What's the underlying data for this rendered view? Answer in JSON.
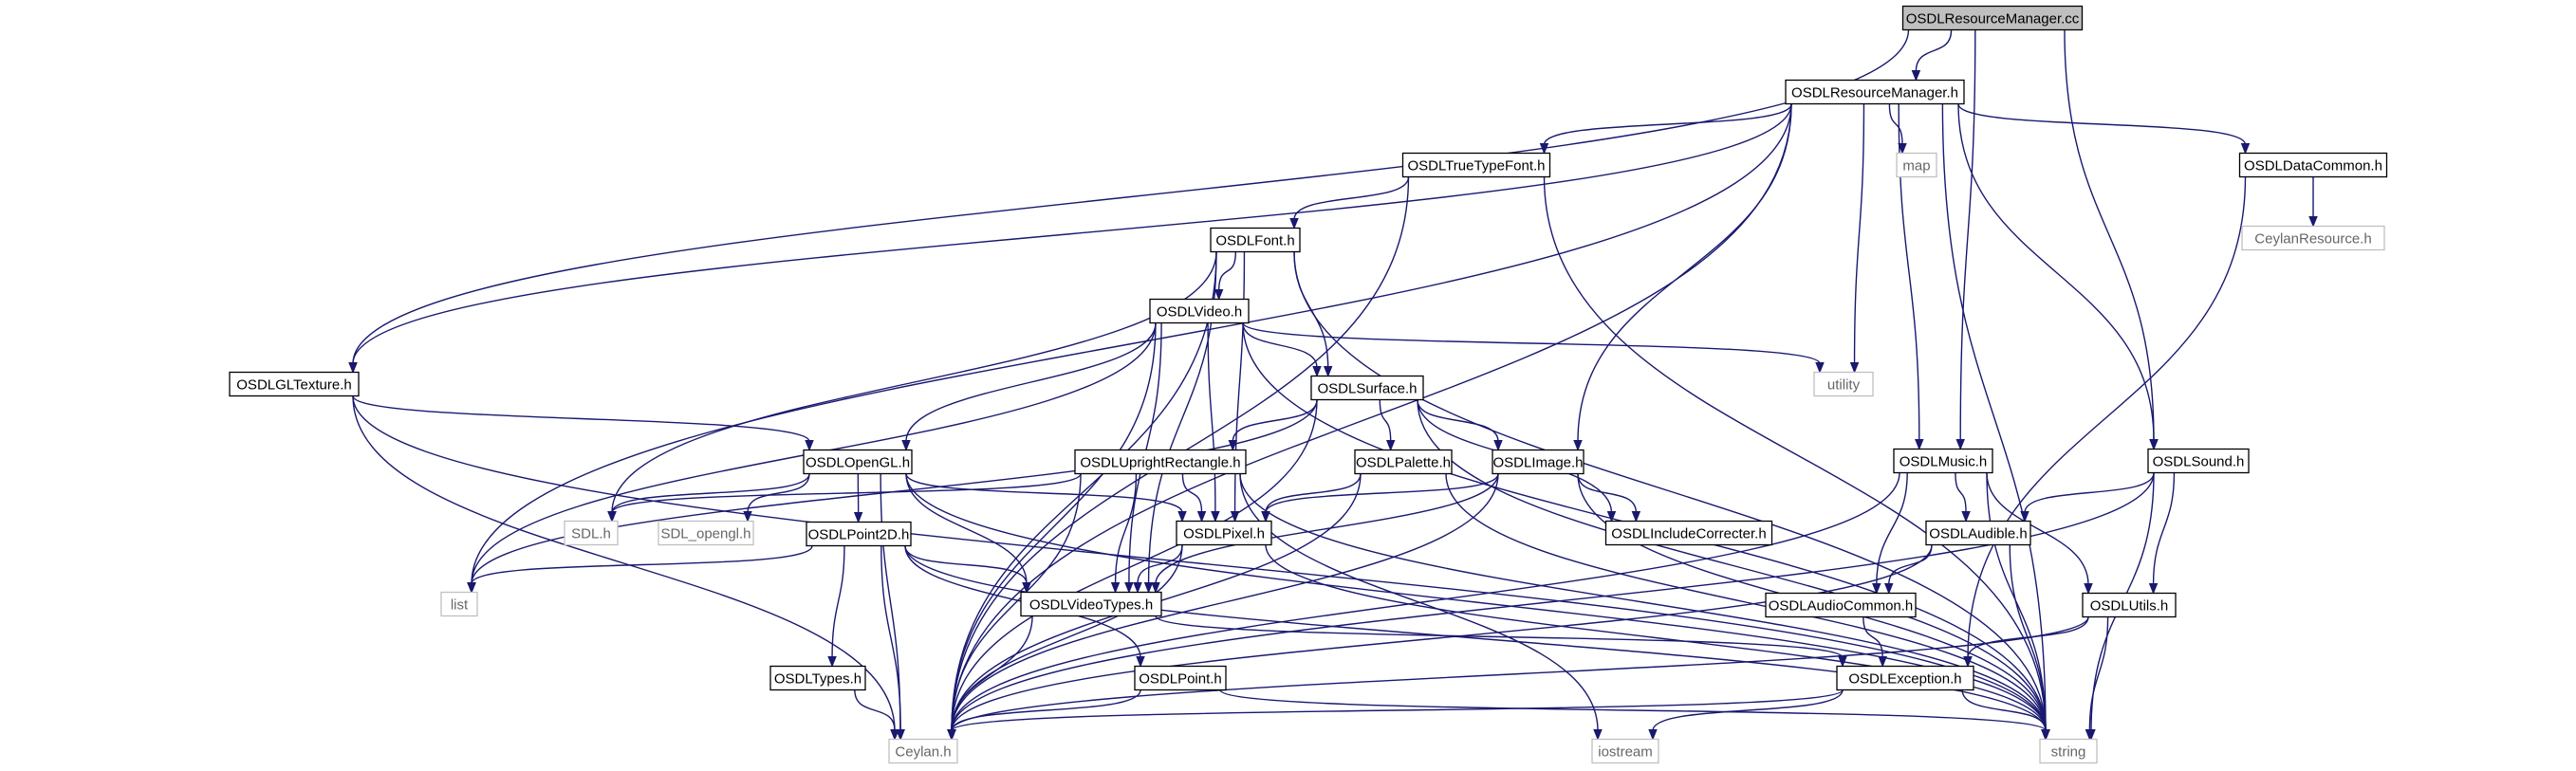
{
  "diagram": {
    "root": "OSDLResourceManager.cc",
    "colors": {
      "edge": "#191970",
      "root_fill": "#bfbfbf",
      "node_border": "#000000",
      "external_border": "#bfbfbf",
      "external_text": "#666666"
    },
    "nodes": [
      {
        "id": "rm_cc",
        "label": "OSDLResourceManager.cc",
        "kind": "root"
      },
      {
        "id": "rm_h",
        "label": "OSDLResourceManager.h",
        "kind": "file"
      },
      {
        "id": "map",
        "label": "map",
        "kind": "external"
      },
      {
        "id": "ttf",
        "label": "OSDLTrueTypeFont.h",
        "kind": "file"
      },
      {
        "id": "datacommon",
        "label": "OSDLDataCommon.h",
        "kind": "file"
      },
      {
        "id": "ceylanres",
        "label": "CeylanResource.h",
        "kind": "external"
      },
      {
        "id": "font",
        "label": "OSDLFont.h",
        "kind": "file"
      },
      {
        "id": "video",
        "label": "OSDLVideo.h",
        "kind": "file"
      },
      {
        "id": "utility",
        "label": "utility",
        "kind": "external"
      },
      {
        "id": "gltex",
        "label": "OSDLGLTexture.h",
        "kind": "file"
      },
      {
        "id": "surface",
        "label": "OSDLSurface.h",
        "kind": "file"
      },
      {
        "id": "music",
        "label": "OSDLMusic.h",
        "kind": "file"
      },
      {
        "id": "sound",
        "label": "OSDLSound.h",
        "kind": "file"
      },
      {
        "id": "opengl",
        "label": "OSDLOpenGL.h",
        "kind": "file"
      },
      {
        "id": "uprect",
        "label": "OSDLUprightRectangle.h",
        "kind": "file"
      },
      {
        "id": "palette",
        "label": "OSDLPalette.h",
        "kind": "file"
      },
      {
        "id": "image",
        "label": "OSDLImage.h",
        "kind": "file"
      },
      {
        "id": "sdl",
        "label": "SDL.h",
        "kind": "external"
      },
      {
        "id": "sdlgl",
        "label": "SDL_opengl.h",
        "kind": "external"
      },
      {
        "id": "pixel",
        "label": "OSDLPixel.h",
        "kind": "file"
      },
      {
        "id": "inccorr",
        "label": "OSDLIncludeCorrecter.h",
        "kind": "file"
      },
      {
        "id": "audible",
        "label": "OSDLAudible.h",
        "kind": "file"
      },
      {
        "id": "point2d",
        "label": "OSDLPoint2D.h",
        "kind": "file"
      },
      {
        "id": "list",
        "label": "list",
        "kind": "external"
      },
      {
        "id": "vtypes",
        "label": "OSDLVideoTypes.h",
        "kind": "file"
      },
      {
        "id": "audiocommon",
        "label": "OSDLAudioCommon.h",
        "kind": "file"
      },
      {
        "id": "utils",
        "label": "OSDLUtils.h",
        "kind": "file"
      },
      {
        "id": "types",
        "label": "OSDLTypes.h",
        "kind": "file"
      },
      {
        "id": "point",
        "label": "OSDLPoint.h",
        "kind": "file"
      },
      {
        "id": "exception",
        "label": "OSDLException.h",
        "kind": "file"
      },
      {
        "id": "ceylan",
        "label": "Ceylan.h",
        "kind": "external"
      },
      {
        "id": "iostream",
        "label": "iostream",
        "kind": "external"
      },
      {
        "id": "string",
        "label": "string",
        "kind": "external"
      }
    ],
    "edges": [
      [
        "rm_cc",
        "rm_h"
      ],
      [
        "rm_cc",
        "gltex"
      ],
      [
        "rm_cc",
        "music"
      ],
      [
        "rm_cc",
        "sound"
      ],
      [
        "rm_h",
        "map"
      ],
      [
        "rm_h",
        "ttf"
      ],
      [
        "rm_h",
        "datacommon"
      ],
      [
        "rm_h",
        "utility"
      ],
      [
        "rm_h",
        "gltex"
      ],
      [
        "rm_h",
        "image"
      ],
      [
        "rm_h",
        "music"
      ],
      [
        "rm_h",
        "sound"
      ],
      [
        "rm_h",
        "list"
      ],
      [
        "rm_h",
        "ceylan"
      ],
      [
        "rm_h",
        "string"
      ],
      [
        "datacommon",
        "ceylanres"
      ],
      [
        "datacommon",
        "exception"
      ],
      [
        "ttf",
        "font"
      ],
      [
        "ttf",
        "ceylan"
      ],
      [
        "ttf",
        "string"
      ],
      [
        "font",
        "video"
      ],
      [
        "font",
        "surface"
      ],
      [
        "font",
        "pixel"
      ],
      [
        "font",
        "vtypes"
      ],
      [
        "font",
        "sdl"
      ],
      [
        "font",
        "ceylan"
      ],
      [
        "font",
        "string"
      ],
      [
        "video",
        "surface"
      ],
      [
        "video",
        "opengl"
      ],
      [
        "video",
        "pixel"
      ],
      [
        "video",
        "vtypes"
      ],
      [
        "video",
        "utility"
      ],
      [
        "video",
        "list"
      ],
      [
        "video",
        "ceylan"
      ],
      [
        "video",
        "string"
      ],
      [
        "gltex",
        "opengl"
      ],
      [
        "gltex",
        "ceylan"
      ],
      [
        "gltex",
        "string"
      ],
      [
        "surface",
        "uprect"
      ],
      [
        "surface",
        "palette"
      ],
      [
        "surface",
        "image"
      ],
      [
        "surface",
        "inccorr"
      ],
      [
        "surface",
        "list"
      ],
      [
        "surface",
        "ceylan"
      ],
      [
        "surface",
        "string"
      ],
      [
        "opengl",
        "point2d"
      ],
      [
        "opengl",
        "vtypes"
      ],
      [
        "opengl",
        "pixel"
      ],
      [
        "opengl",
        "sdl"
      ],
      [
        "opengl",
        "sdlgl"
      ],
      [
        "opengl",
        "ceylan"
      ],
      [
        "opengl",
        "string"
      ],
      [
        "uprect",
        "pixel"
      ],
      [
        "uprect",
        "vtypes"
      ],
      [
        "uprect",
        "sdl"
      ],
      [
        "uprect",
        "ceylan"
      ],
      [
        "uprect",
        "iostream"
      ],
      [
        "uprect",
        "string"
      ],
      [
        "palette",
        "pixel"
      ],
      [
        "palette",
        "ceylan"
      ],
      [
        "palette",
        "string"
      ],
      [
        "image",
        "inccorr"
      ],
      [
        "image",
        "pixel"
      ],
      [
        "image",
        "vtypes"
      ],
      [
        "image",
        "ceylan"
      ],
      [
        "image",
        "string"
      ],
      [
        "music",
        "audible"
      ],
      [
        "music",
        "audiocommon"
      ],
      [
        "music",
        "utils"
      ],
      [
        "music",
        "ceylan"
      ],
      [
        "music",
        "string"
      ],
      [
        "sound",
        "audible"
      ],
      [
        "sound",
        "utils"
      ],
      [
        "sound",
        "ceylan"
      ],
      [
        "sound",
        "string"
      ],
      [
        "audible",
        "audiocommon"
      ],
      [
        "audible",
        "ceylan"
      ],
      [
        "audible",
        "string"
      ],
      [
        "pixel",
        "vtypes"
      ],
      [
        "pixel",
        "ceylan"
      ],
      [
        "pixel",
        "string"
      ],
      [
        "point2d",
        "list"
      ],
      [
        "point2d",
        "vtypes"
      ],
      [
        "point2d",
        "types"
      ],
      [
        "point2d",
        "point"
      ],
      [
        "point2d",
        "ceylan"
      ],
      [
        "point2d",
        "string"
      ],
      [
        "vtypes",
        "exception"
      ],
      [
        "vtypes",
        "ceylan"
      ],
      [
        "audiocommon",
        "exception"
      ],
      [
        "utils",
        "exception"
      ],
      [
        "utils",
        "ceylan"
      ],
      [
        "utils",
        "string"
      ],
      [
        "types",
        "ceylan"
      ],
      [
        "point",
        "ceylan"
      ],
      [
        "point",
        "string"
      ],
      [
        "exception",
        "ceylan"
      ],
      [
        "exception",
        "iostream"
      ],
      [
        "exception",
        "string"
      ]
    ]
  }
}
